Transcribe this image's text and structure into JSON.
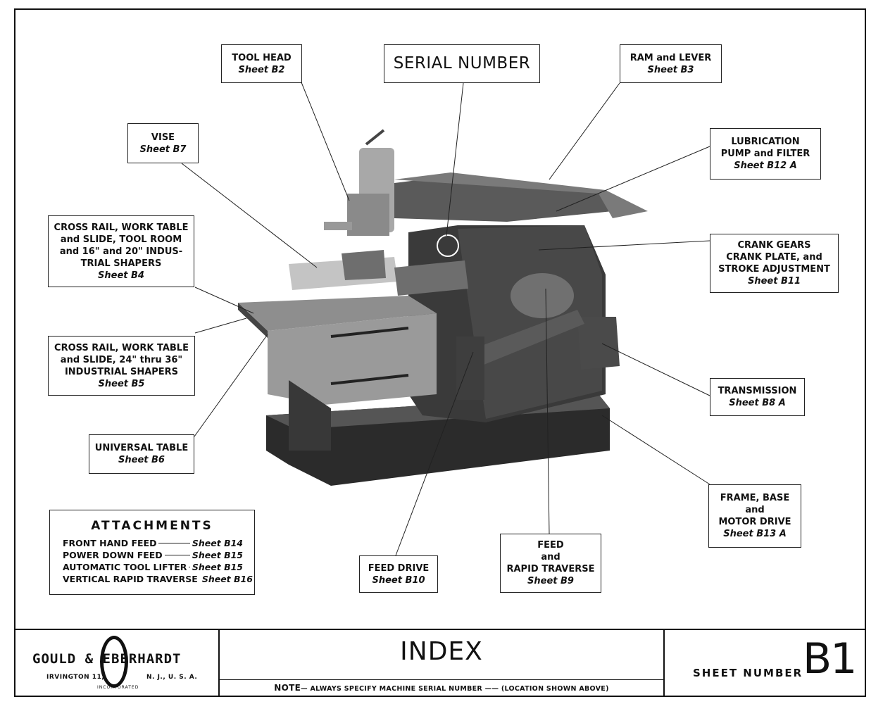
{
  "labels": {
    "serial_number": "SERIAL NUMBER",
    "tool_head": {
      "title": [
        "TOOL HEAD"
      ],
      "sheet": "Sheet B2"
    },
    "ram_lever": {
      "title": [
        "RAM and LEVER"
      ],
      "sheet": "Sheet B3"
    },
    "vise": {
      "title": [
        "VISE"
      ],
      "sheet": "Sheet B7"
    },
    "lubrication": {
      "title": [
        "LUBRICATION",
        "PUMP and FILTER"
      ],
      "sheet": "Sheet B12 A"
    },
    "cross_rail_b4": {
      "title": [
        "CROSS RAIL, WORK TABLE",
        "and SLIDE, TOOL ROOM",
        "and 16\" and 20\" INDUS-",
        "TRIAL SHAPERS"
      ],
      "sheet": "Sheet B4"
    },
    "crank_gears": {
      "title": [
        "CRANK GEARS",
        "CRANK PLATE, and",
        "STROKE ADJUSTMENT"
      ],
      "sheet": "Sheet B11"
    },
    "cross_rail_b5": {
      "title": [
        "CROSS RAIL, WORK TABLE",
        "and SLIDE, 24\" thru 36\"",
        "INDUSTRIAL SHAPERS"
      ],
      "sheet": "Sheet B5"
    },
    "transmission": {
      "title": [
        "TRANSMISSION"
      ],
      "sheet": "Sheet B8 A"
    },
    "universal_table": {
      "title": [
        "UNIVERSAL TABLE"
      ],
      "sheet": "Sheet B6"
    },
    "frame_base": {
      "title": [
        "FRAME, BASE",
        "and",
        "MOTOR DRIVE"
      ],
      "sheet": "Sheet B13 A"
    },
    "feed_drive": {
      "title": [
        "FEED DRIVE"
      ],
      "sheet": "Sheet B10"
    },
    "feed_rapid": {
      "title": [
        "FEED",
        "and",
        "RAPID TRAVERSE"
      ],
      "sheet": "Sheet B9"
    }
  },
  "attachments": {
    "heading": "ATTACHMENTS",
    "items": [
      {
        "name": "FRONT HAND FEED",
        "sheet": "Sheet B14"
      },
      {
        "name": "POWER DOWN FEED",
        "sheet": "Sheet B15"
      },
      {
        "name": "AUTOMATIC TOOL LIFTER",
        "sheet": "Sheet B15"
      },
      {
        "name": "VERTICAL RAPID TRAVERSE",
        "sheet": "Sheet B16"
      }
    ]
  },
  "title_block": {
    "company_name": "GOULD & EBERHARDT",
    "city": "IRVINGTON 11,",
    "state": "N. J., U. S. A.",
    "incorporated": "INCORPORATED",
    "index_title": "INDEX",
    "note_prefix": "NOTE",
    "note_text": "— ALWAYS SPECIFY MACHINE SERIAL NUMBER —— (LOCATION SHOWN ABOVE)",
    "sheet_number_label": "SHEET NUMBER",
    "sheet_number": "B1"
  }
}
